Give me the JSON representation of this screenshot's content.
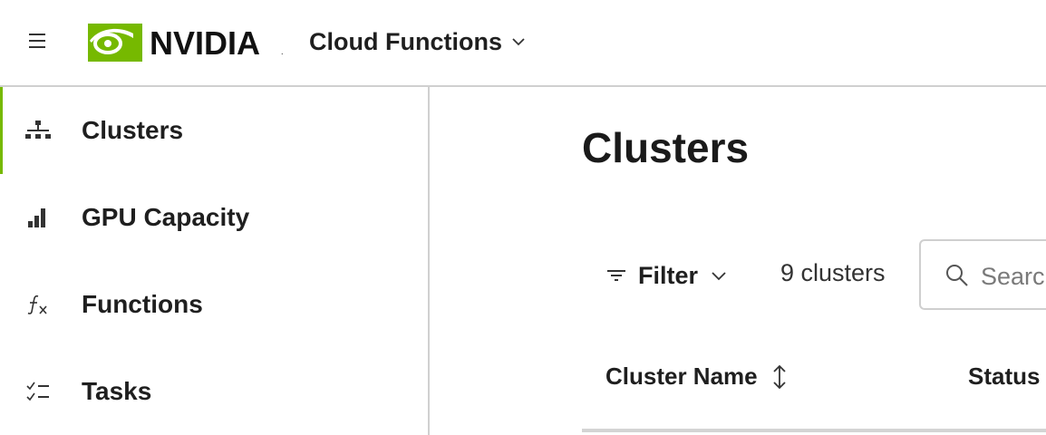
{
  "header": {
    "brand": "NVIDIA",
    "product_name": "Cloud Functions"
  },
  "sidebar": {
    "items": [
      {
        "label": "Clusters",
        "icon": "cluster-icon",
        "active": true
      },
      {
        "label": "GPU Capacity",
        "icon": "bar-chart-icon",
        "active": false
      },
      {
        "label": "Functions",
        "icon": "function-icon",
        "active": false
      },
      {
        "label": "Tasks",
        "icon": "tasks-icon",
        "active": false
      }
    ]
  },
  "main": {
    "title": "Clusters",
    "filter_label": "Filter",
    "count_text": "9 clusters",
    "search_placeholder": "Search",
    "columns": [
      "Cluster Name",
      "Status"
    ]
  },
  "colors": {
    "accent": "#76b900",
    "text": "#1a1a1a",
    "border": "#d0d0d0"
  }
}
